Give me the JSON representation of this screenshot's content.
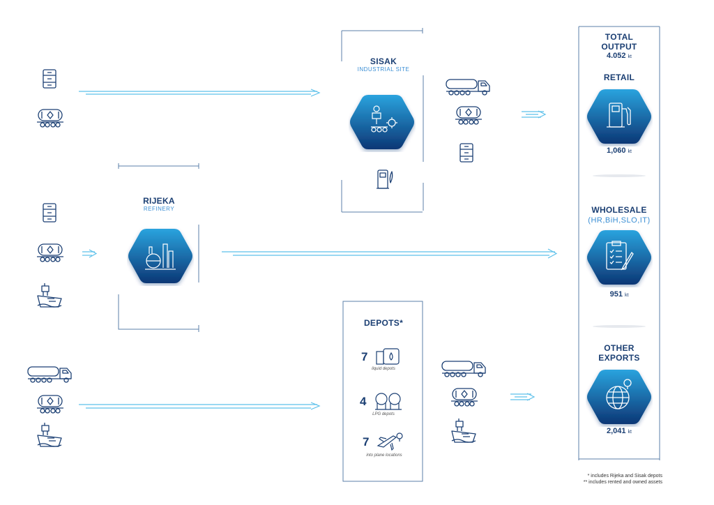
{
  "sisak": {
    "title": "SISAK",
    "subtitle": "INDUSTRIAL SITE"
  },
  "rijeka": {
    "title": "RIJEKA",
    "subtitle": "REFINERY"
  },
  "depots": {
    "title": "DEPOTS*",
    "items": [
      {
        "count": "7",
        "label": "liquid depots"
      },
      {
        "count": "4",
        "label": "LPG depots"
      },
      {
        "count": "7",
        "label": "into plane locations"
      }
    ]
  },
  "output": {
    "title_line1": "TOTAL",
    "title_line2": "OUTPUT",
    "total_value": "4.052",
    "total_unit": "kt",
    "retail": {
      "title": "RETAIL",
      "value": "1,060",
      "unit": "kt"
    },
    "wholesale": {
      "title": "WHOLESALE",
      "subtitle": "(HR,BiH,SLO,IT)",
      "value": "951",
      "unit": "kt"
    },
    "exports": {
      "title_line1": "OTHER",
      "title_line2": "EXPORTS",
      "value": "2,041",
      "unit": "kt"
    }
  },
  "footnotes": {
    "line1": "* includes Rijeka and Sisak depots",
    "line2": "** includes rented and owned assets"
  },
  "colors": {
    "navy": "#1b3f73",
    "accent": "#3a8ed4",
    "arrow": "#5cc0ea",
    "hex_top": "#2a9fdc",
    "hex_bottom": "#0d3b7a"
  }
}
